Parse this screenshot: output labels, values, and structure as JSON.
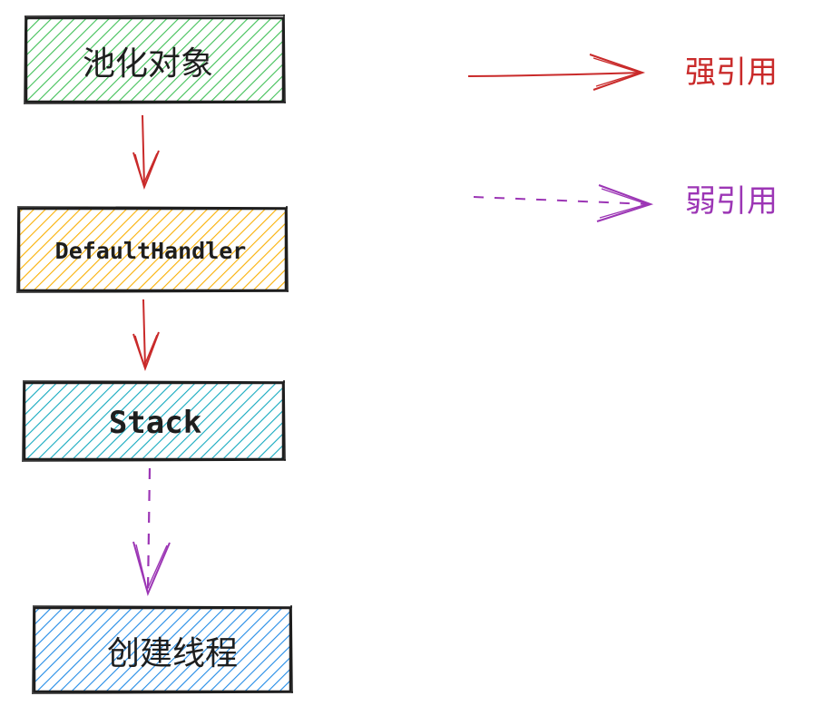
{
  "nodes": [
    {
      "id": "pool-object",
      "label": "池化对象",
      "fill": "#40c057",
      "stroke": "#1e1e1e"
    },
    {
      "id": "default-handler",
      "label": "DefaultHandler",
      "fill": "#fab005",
      "stroke": "#1e1e1e"
    },
    {
      "id": "stack",
      "label": "Stack",
      "fill": "#15aabf",
      "stroke": "#1e1e1e"
    },
    {
      "id": "create-thread",
      "label": "创建线程",
      "fill": "#228be6",
      "stroke": "#1e1e1e"
    }
  ],
  "edges": [
    {
      "from": "池化对象",
      "to": "DefaultHandler",
      "kind": "strong"
    },
    {
      "from": "DefaultHandler",
      "to": "Stack",
      "kind": "strong"
    },
    {
      "from": "Stack",
      "to": "创建线程",
      "kind": "weak"
    }
  ],
  "legend": {
    "strong": {
      "label": "强引用",
      "color": "#c92a2a"
    },
    "weak": {
      "label": "弱引用",
      "color": "#9c36b5"
    }
  }
}
